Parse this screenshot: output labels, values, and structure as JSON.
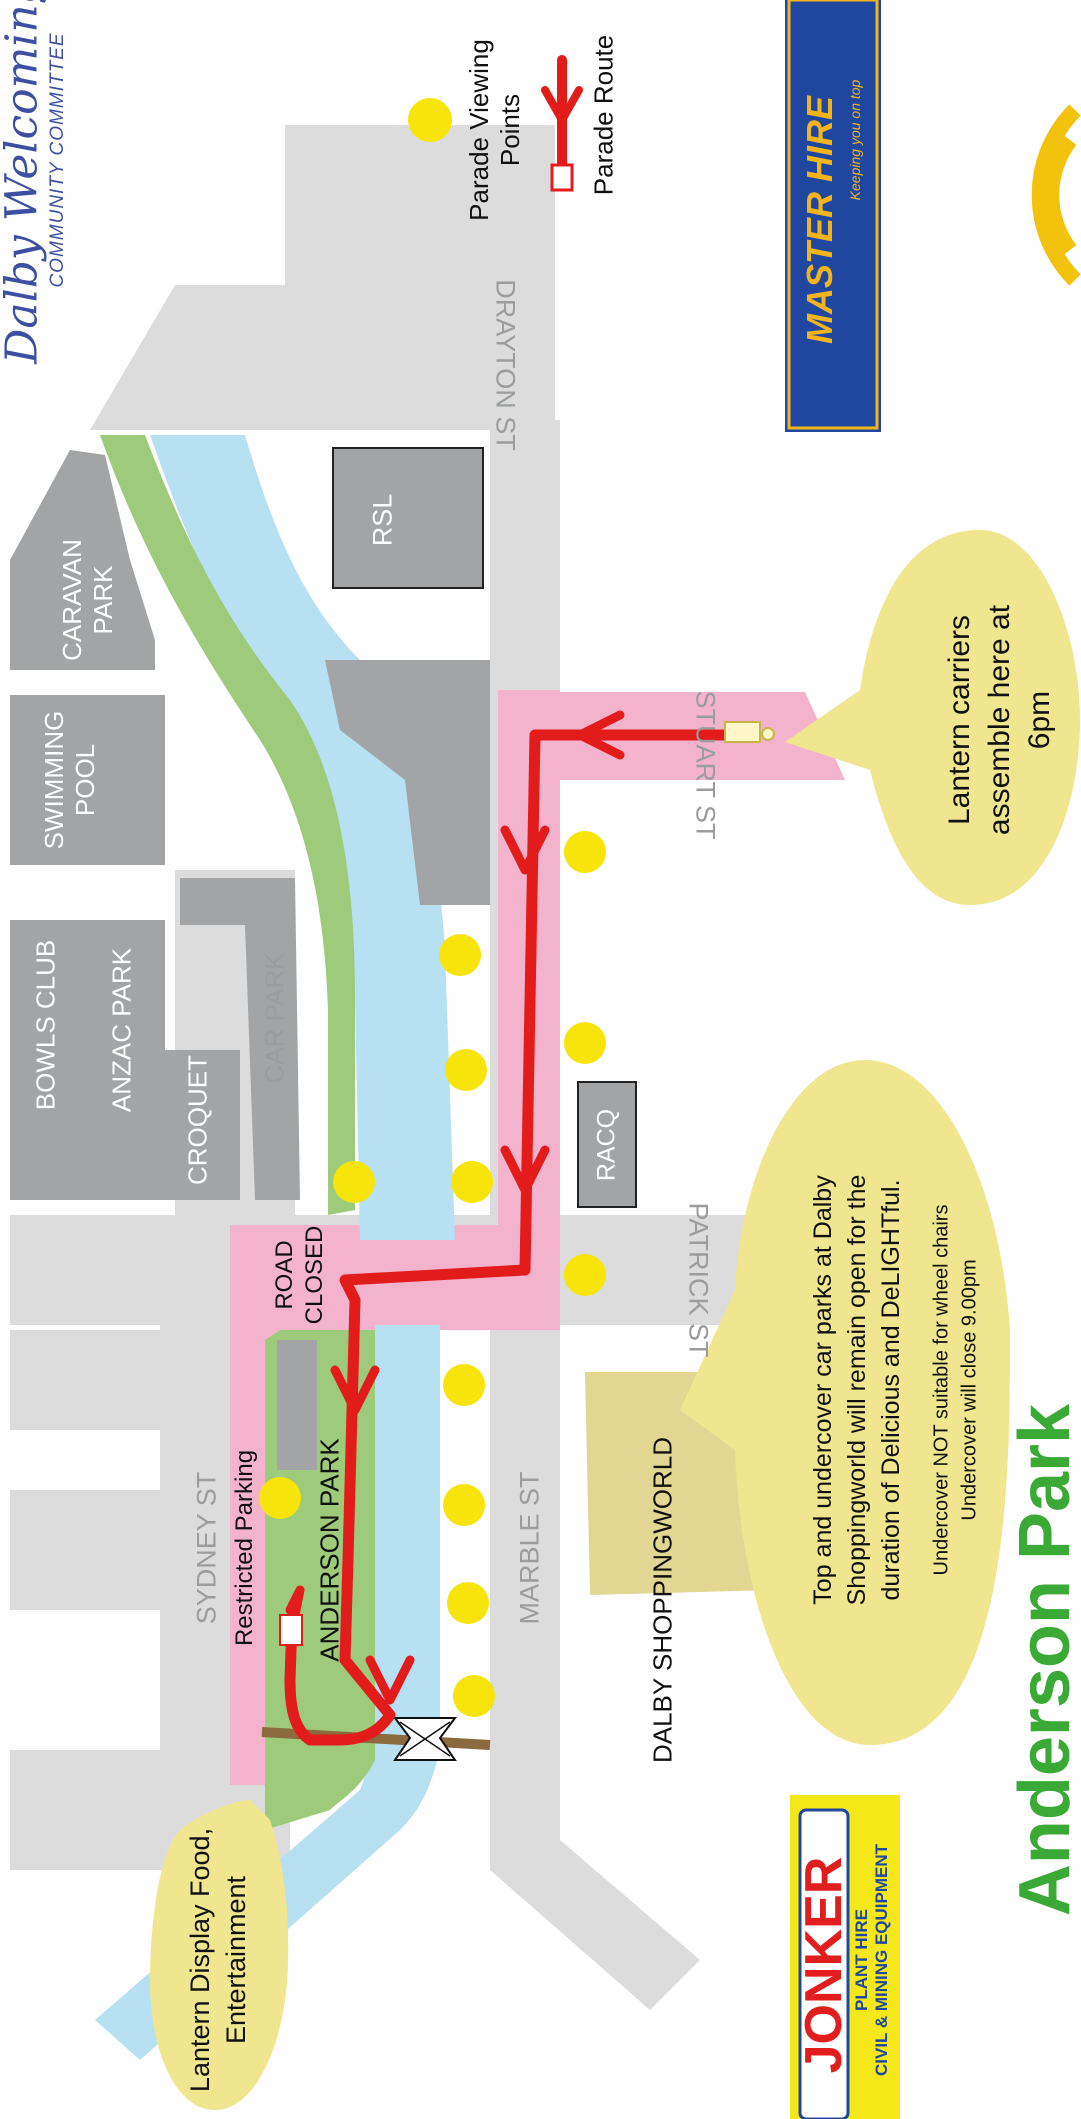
{
  "header": {
    "brand_script": "Dalby Welcoming",
    "brand_sub": "COMMUNITY COMMITTEE"
  },
  "legend": {
    "viewing_points": "Parade Viewing Points",
    "route": "Parade Route"
  },
  "sponsors": {
    "master_hire": "MASTER HIRE",
    "master_hire_tagline": "Keeping you on top",
    "jonker": "JONKER",
    "jonker_sub1": "PLANT HIRE",
    "jonker_sub2": "CIVIL & MINING EQUIPMENT"
  },
  "places": {
    "caravan_park": "CARAVAN PARK",
    "swimming_pool": "SWIMMING POOL",
    "bowls_club": "BOWLS CLUB",
    "anzac_park": "ANZAC PARK",
    "croquet": "CROQUET",
    "car_park": "CAR PARK",
    "rsl": "RSL",
    "racq": "RACQ",
    "anderson_park": "ANDERSON PARK",
    "restricted_parking": "Restricted Parking",
    "road_closed": "ROAD CLOSED",
    "shoppingworld": "DALBY SHOPPINGWORLD"
  },
  "streets": {
    "drayton": "DRAYTON ST",
    "stuart": "STUART ST",
    "patrick": "PATRICK ST",
    "sydney": "SYDNEY ST",
    "marble": "MARBLE ST"
  },
  "callouts": {
    "lantern_carriers": "Lantern carriers assemble here at 6pm",
    "car_parks_main": "Top and undercover car parks at Dalby Shoppingworld will remain open for the duration of Delicious and DeLIGHTful.",
    "car_parks_note1": "Undercover NOT suitable for wheel chairs",
    "car_parks_note2": "Undercover will close 9.00pm",
    "lantern_display": "Lantern Display Food, Entertainment"
  },
  "footer": {
    "title": "Anderson Park"
  },
  "colors": {
    "road": "#dcdcdc",
    "building": "#a2a4a6",
    "river": "#b7e0f2",
    "park": "#9ecb7b",
    "closed_road": "#f4b3cd",
    "route": "#e21b1b",
    "viewing_point": "#f6e40a",
    "callout": "#efe68f",
    "shoppingworld": "#e2d693",
    "master_hire_bg": "#1f47a0",
    "jonker_bg": "#f4e81a",
    "title_green": "#3aa935"
  }
}
